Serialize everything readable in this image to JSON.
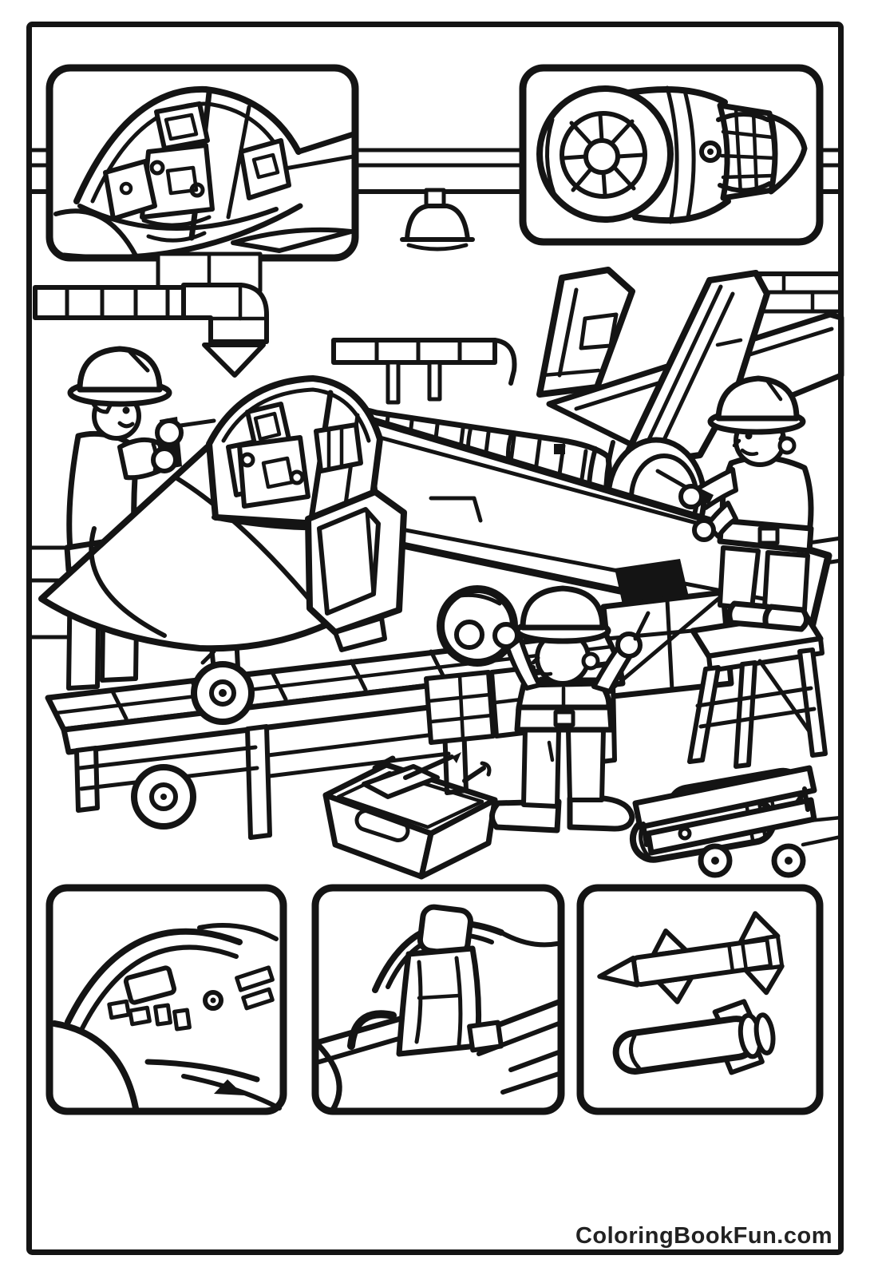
{
  "page": {
    "footer": {
      "website": "ColoringBookFun.com"
    },
    "theme": {
      "ink": "#141414",
      "paper": "#ffffff",
      "footer_color": "#222222"
    },
    "scene": {
      "kind": "coloring-book-line-art",
      "subject": "fighter-jet-maintenance-hangar",
      "inset_panels_top": [
        "cockpit-canopy-closeup",
        "turbofan-jet-engine"
      ],
      "inset_panels_bottom": [
        "nose-instrument-panel-closeup",
        "ejection-seat-closeup",
        "missiles-closeup"
      ],
      "figures": [
        "worker-at-nose-with-screwdriver",
        "worker-holding-wheel-under-wing",
        "worker-on-stool-at-engine-nozzle"
      ],
      "props": [
        "flatbed-trolley",
        "toolbox",
        "bomb-cart",
        "stool",
        "ceiling-duct",
        "hanging-lamp",
        "down-arrow"
      ]
    }
  }
}
